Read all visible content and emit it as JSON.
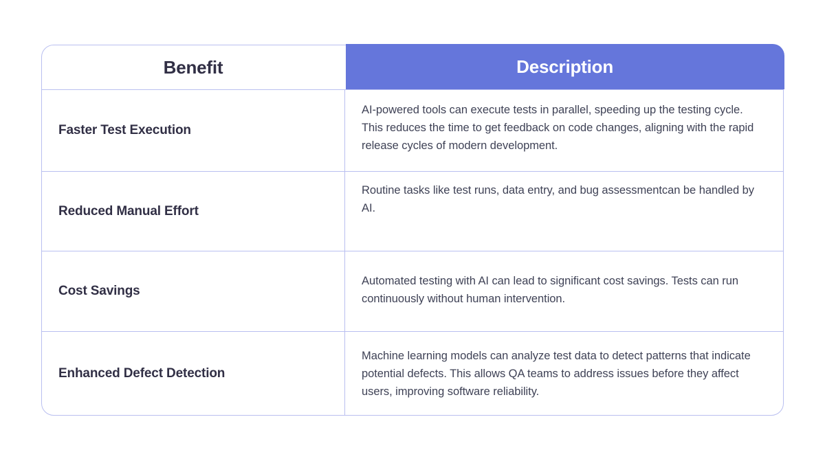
{
  "table": {
    "headers": {
      "benefit": "Benefit",
      "description": "Description"
    },
    "rows": [
      {
        "benefit": "Faster Test Execution",
        "description": "AI-powered tools can execute tests in parallel, speeding up the testing cycle. This reduces the time to get feedback on code changes, aligning with the rapid release cycles of modern development."
      },
      {
        "benefit": "Reduced Manual Effort",
        "description": "Routine tasks like test runs, data entry, and bug assessmentcan be handled by AI."
      },
      {
        "benefit": "Cost Savings",
        "description": "Automated testing with AI can lead to significant cost savings. Tests can run continuously without human intervention."
      },
      {
        "benefit": "Enhanced Defect Detection",
        "description": "Machine learning models can analyze test data to detect patterns that indicate potential defects. This allows QA teams to address issues before they affect users, improving software reliability."
      }
    ],
    "colors": {
      "header_accent": "#6576db",
      "border": "#b9bff0",
      "heading_text": "#312f45",
      "body_text": "#3f4256",
      "background": "#ffffff"
    }
  }
}
